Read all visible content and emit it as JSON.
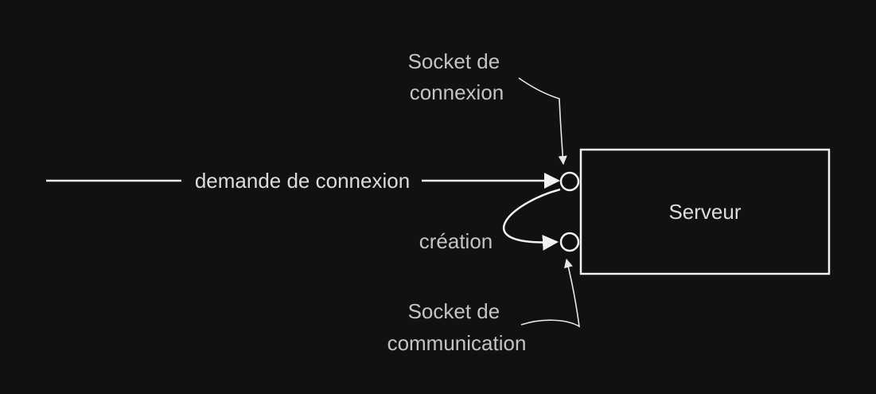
{
  "diagram": {
    "server_label": "Serveur",
    "request_label": "demande de connexion",
    "creation_label": "création",
    "connection_socket_label": [
      "Socket de",
      "connexion"
    ],
    "communication_socket_label": [
      "Socket de",
      "communication"
    ]
  },
  "colors": {
    "background": "#111111",
    "stroke": "#f2f2f2",
    "text": "#dcdcdc"
  }
}
